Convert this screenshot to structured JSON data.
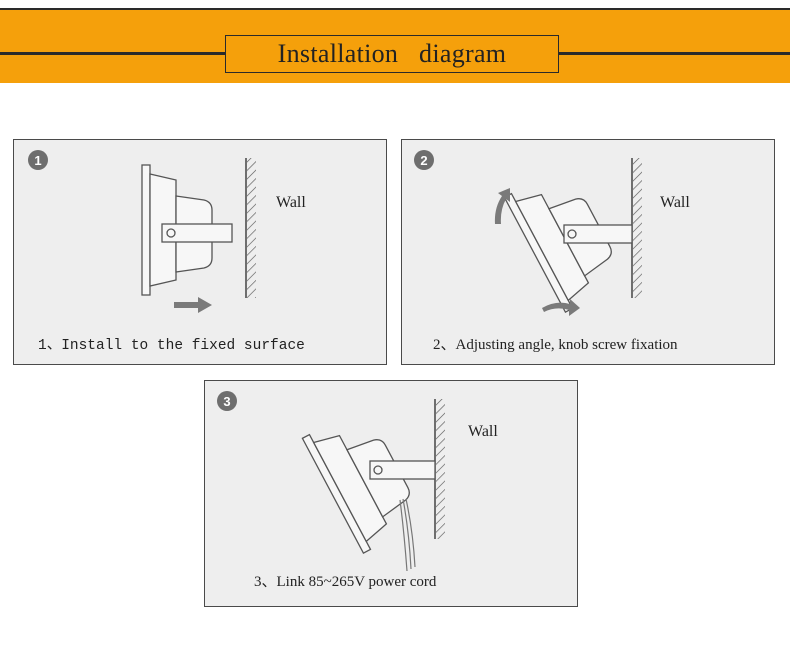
{
  "header": {
    "title": "Installation diagram"
  },
  "steps": [
    {
      "number": "1",
      "wall_label": "Wall",
      "caption": "1、Install to the fixed surface"
    },
    {
      "number": "2",
      "wall_label": "Wall",
      "caption": "2、Adjusting angle, knob screw fixation"
    },
    {
      "number": "3",
      "wall_label": "Wall",
      "caption": "3、Link 85~265V power cord"
    }
  ],
  "colors": {
    "banner": "#f5a00b",
    "panel": "#eeeeee",
    "badge": "#6e6e6e",
    "arrow": "#7a7a7a"
  }
}
